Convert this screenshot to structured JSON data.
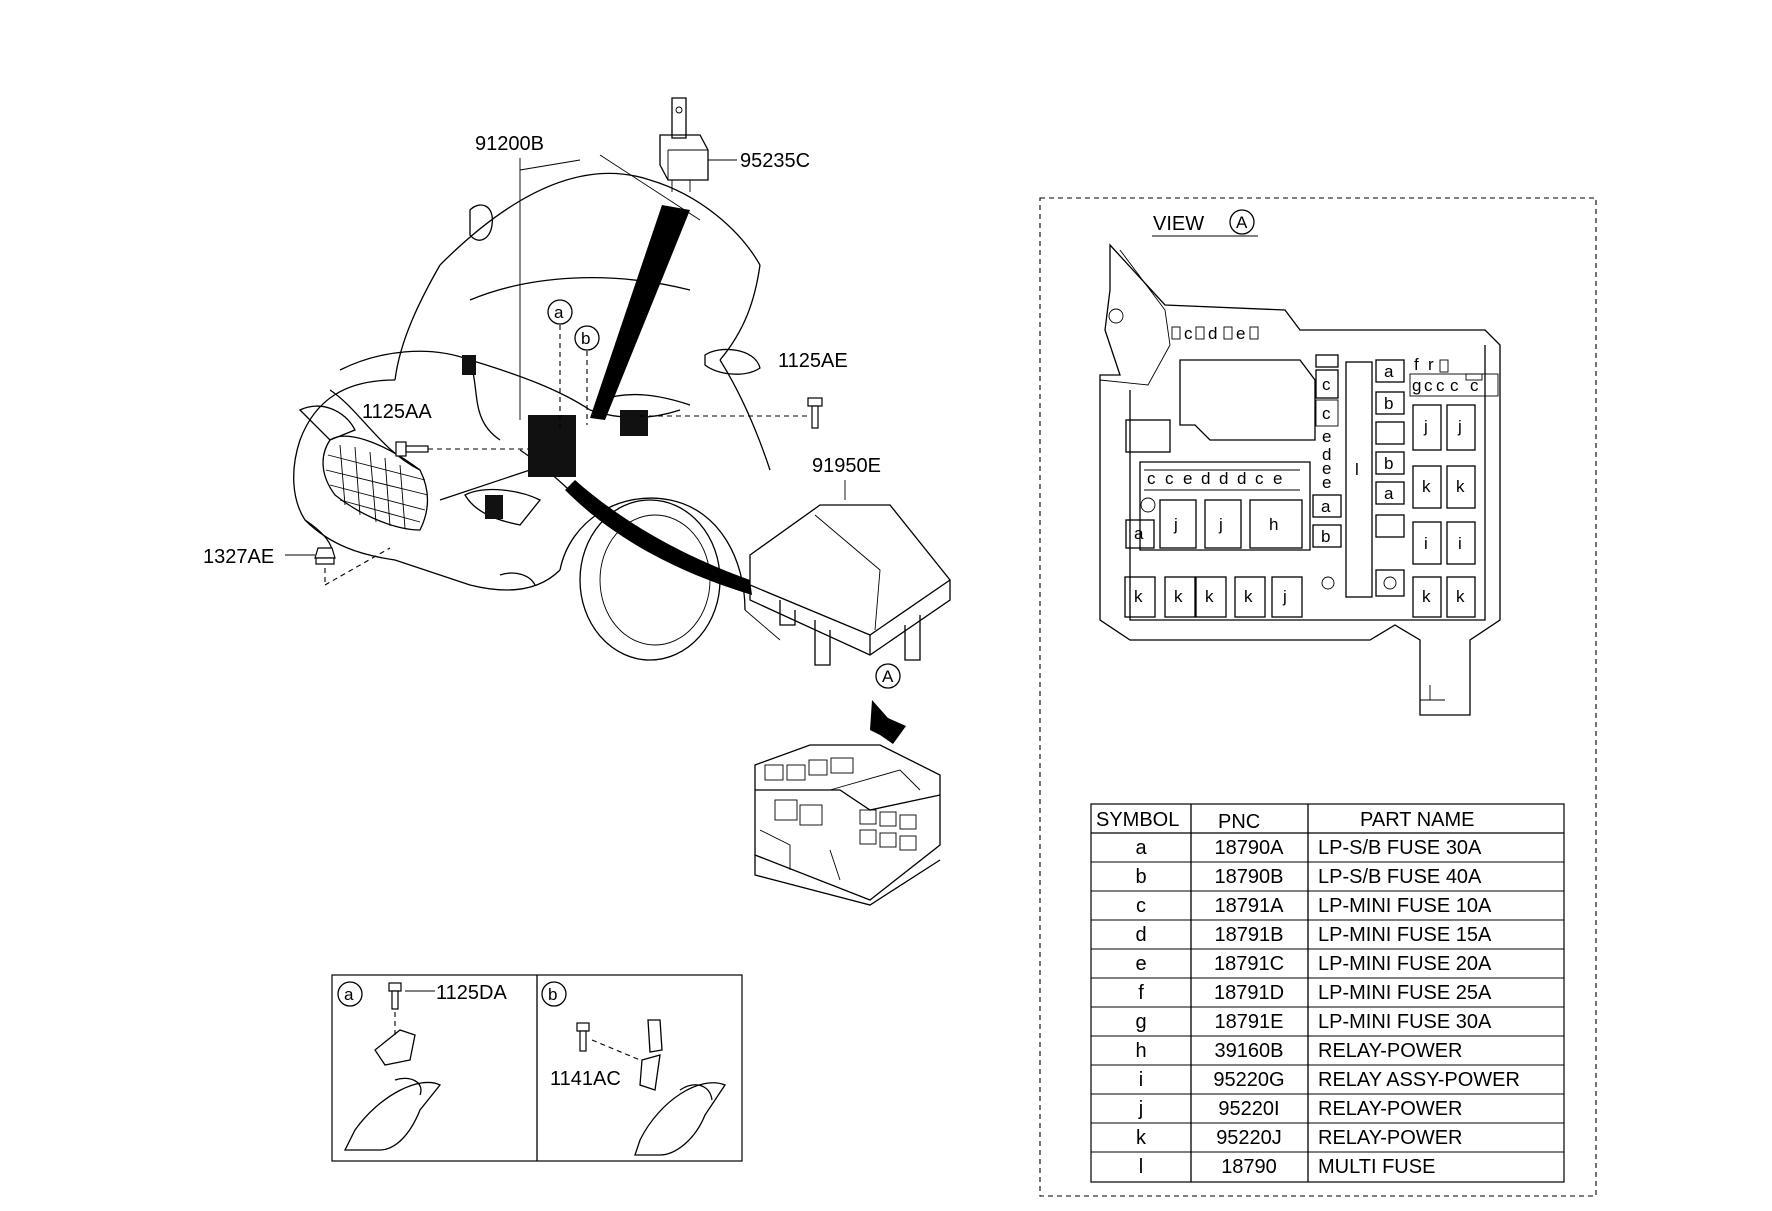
{
  "callouts": {
    "harness": "91200B",
    "relay_top": "95235C",
    "bolt_right": "1125AE",
    "bolt_left": "1125AA",
    "nut": "1327AE",
    "junction_box": "91950E",
    "bolt_a": "1125DA",
    "bolt_b": "1141AC"
  },
  "markers": {
    "a": "a",
    "b": "b",
    "view_marker": "A"
  },
  "view": {
    "title": "VIEW",
    "marker": "A",
    "top_strip": [
      "c",
      "d",
      "e"
    ],
    "small_row": [
      "f",
      "r"
    ],
    "g_row": [
      "g",
      "c",
      "c",
      "c",
      "c"
    ],
    "mini_row": [
      "c",
      "c",
      "e",
      "d",
      "d",
      "d",
      "c",
      "e"
    ]
  },
  "table": {
    "headers": [
      "SYMBOL",
      "PNC",
      "PART NAME"
    ],
    "rows": [
      {
        "symbol": "a",
        "pnc": "18790A",
        "name": "LP-S/B FUSE 30A"
      },
      {
        "symbol": "b",
        "pnc": "18790B",
        "name": "LP-S/B FUSE 40A"
      },
      {
        "symbol": "c",
        "pnc": "18791A",
        "name": "LP-MINI FUSE 10A"
      },
      {
        "symbol": "d",
        "pnc": "18791B",
        "name": "LP-MINI FUSE 15A"
      },
      {
        "symbol": "e",
        "pnc": "18791C",
        "name": "LP-MINI FUSE 20A"
      },
      {
        "symbol": "f",
        "pnc": "18791D",
        "name": "LP-MINI FUSE 25A"
      },
      {
        "symbol": "g",
        "pnc": "18791E",
        "name": "LP-MINI FUSE 30A"
      },
      {
        "symbol": "h",
        "pnc": "39160B",
        "name": "RELAY-POWER"
      },
      {
        "symbol": "i",
        "pnc": "95220G",
        "name": "RELAY ASSY-POWER"
      },
      {
        "symbol": "j",
        "pnc": "95220I",
        "name": "RELAY-POWER"
      },
      {
        "symbol": "k",
        "pnc": "95220J",
        "name": "RELAY-POWER"
      },
      {
        "symbol": "l",
        "pnc": "18790",
        "name": "MULTI FUSE"
      }
    ]
  }
}
